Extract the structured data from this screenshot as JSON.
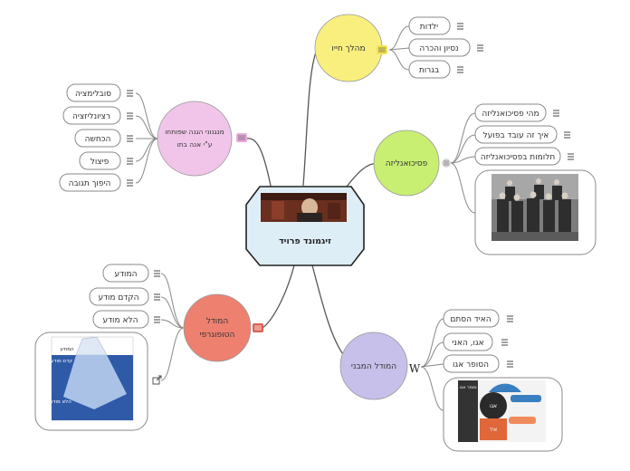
{
  "central": {
    "title": "זיגמונד פרויד",
    "photo": "freud-portrait"
  },
  "branches": {
    "life": {
      "title": "מהלך חייו",
      "color": "#f9ef7f",
      "items": [
        "ילדות",
        "נסיון והכרה",
        "בגרות"
      ]
    },
    "psychoanalysis": {
      "title": "פסיכואנליזה",
      "color": "#c8ef72",
      "items": [
        "מהי פסיכואנליזה",
        "איך זה עובד בפועל",
        "חלומות בפסיכואנליזה"
      ],
      "image": "group-photo"
    },
    "structural": {
      "title": "המודל המבני",
      "color": "#c7c0ea",
      "items": [
        "האיד הסתם",
        "אגו, האני",
        "הסופר אגו"
      ],
      "image": "id-ego-superego-diagram",
      "image_text": {
        "superego": "סופר אגו",
        "ego": "אגו",
        "id": "איד"
      }
    },
    "topographic": {
      "title": "המודל הטופוגרפי",
      "color": "#ee8070",
      "items": [
        "המודע",
        "הקדם מודע",
        "הלא מודע"
      ],
      "image": "iceberg-diagram",
      "image_text": {
        "conscious": "המודע",
        "preconscious": "קדם מודע",
        "unconscious": "הלא מודע"
      }
    },
    "defense": {
      "title": "מנגנוני הגנה שפותחו ע\"י אנה בתו",
      "color": "#f1c5ea",
      "items": [
        "סובלימציה",
        "רציונליזציה",
        "הכחשה",
        "פיצול",
        "היפוך תגובה"
      ]
    }
  },
  "icons": {
    "menu": "menu-lines-icon",
    "wiki": "wikipedia-icon",
    "link": "external-link-icon"
  }
}
